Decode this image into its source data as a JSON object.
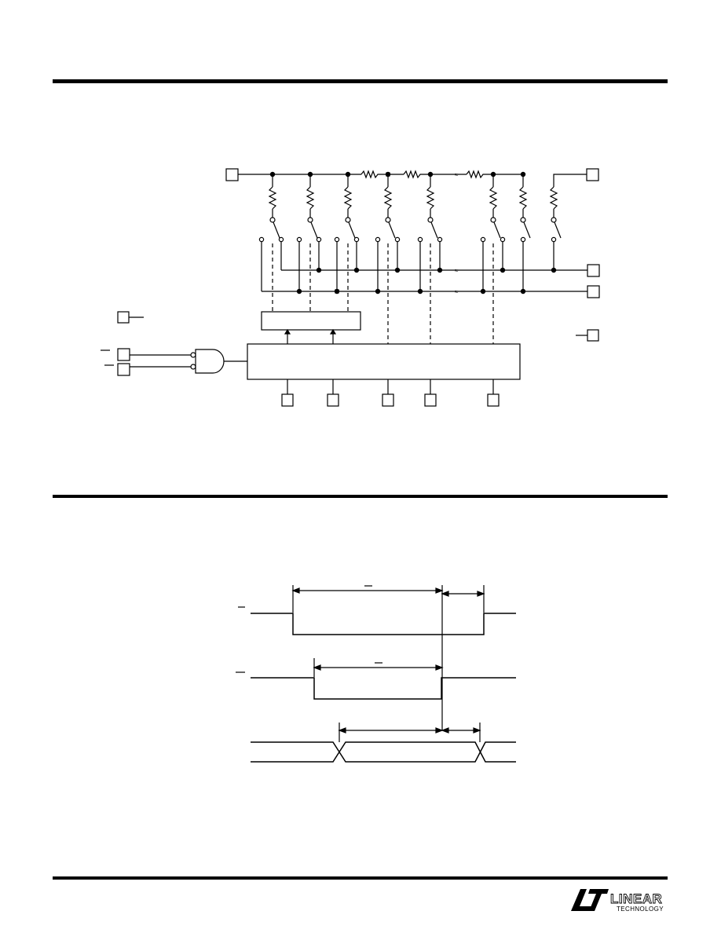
{
  "page": {
    "section_rules": [
      "top",
      "middle",
      "bottom"
    ]
  },
  "block_diagram": {
    "pins": [
      "ref-in-pin",
      "ref-out-pin",
      "out1-pin",
      "out2-pin",
      "left-pin",
      "right-pin",
      "input-a-pin",
      "input-b-pin",
      "bus-pin-1",
      "bus-pin-2",
      "bus-pin-3",
      "bus-pin-4",
      "bus-pin-5"
    ],
    "elements": [
      "resistor-string",
      "tap-resistors",
      "analog-switches",
      "decoder-block",
      "input-register-block",
      "and-gate"
    ]
  },
  "timing_diagram": {
    "waveforms": [
      "signal-1",
      "signal-2",
      "data-bus"
    ]
  },
  "logo": {
    "brand_main": "LINEAR",
    "brand_sub": "TECHNOLOGY",
    "icon": "linear-technology-logo-icon",
    "color": "#000000"
  }
}
